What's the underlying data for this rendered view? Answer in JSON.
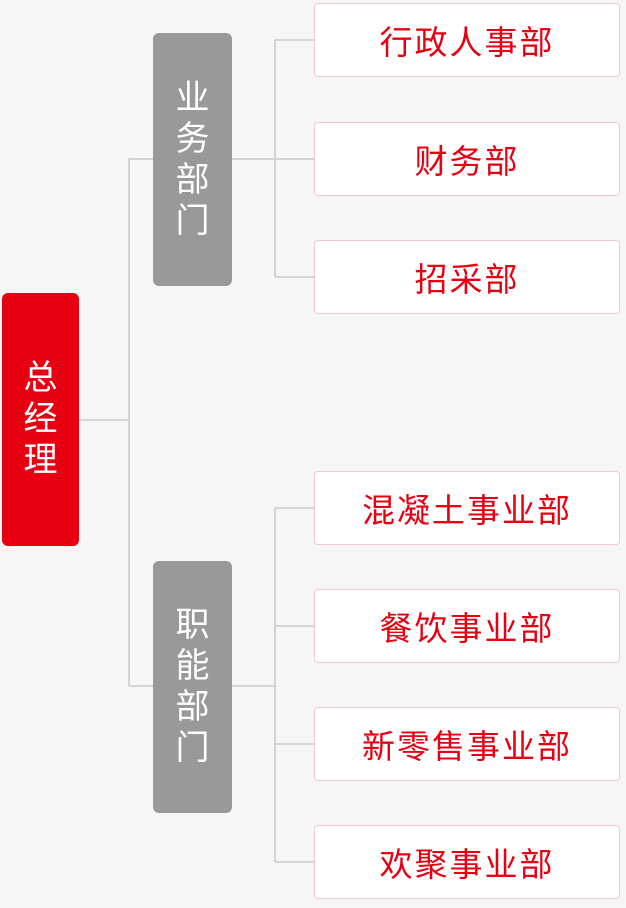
{
  "root": {
    "label": "总经理"
  },
  "departments": [
    {
      "label": "业务部门",
      "children": [
        "行政人事部",
        "财务部",
        "招采部"
      ]
    },
    {
      "label": "职能部门",
      "children": [
        "混凝土事业部",
        "餐饮事业部",
        "新零售事业部",
        "欢聚事业部"
      ]
    }
  ],
  "colors": {
    "root": "#e60012",
    "department": "#999999",
    "leaf_text": "#e60012",
    "leaf_border": "#f3c7cb",
    "connector": "#c9c9c9",
    "background": "#f6f6f6"
  }
}
